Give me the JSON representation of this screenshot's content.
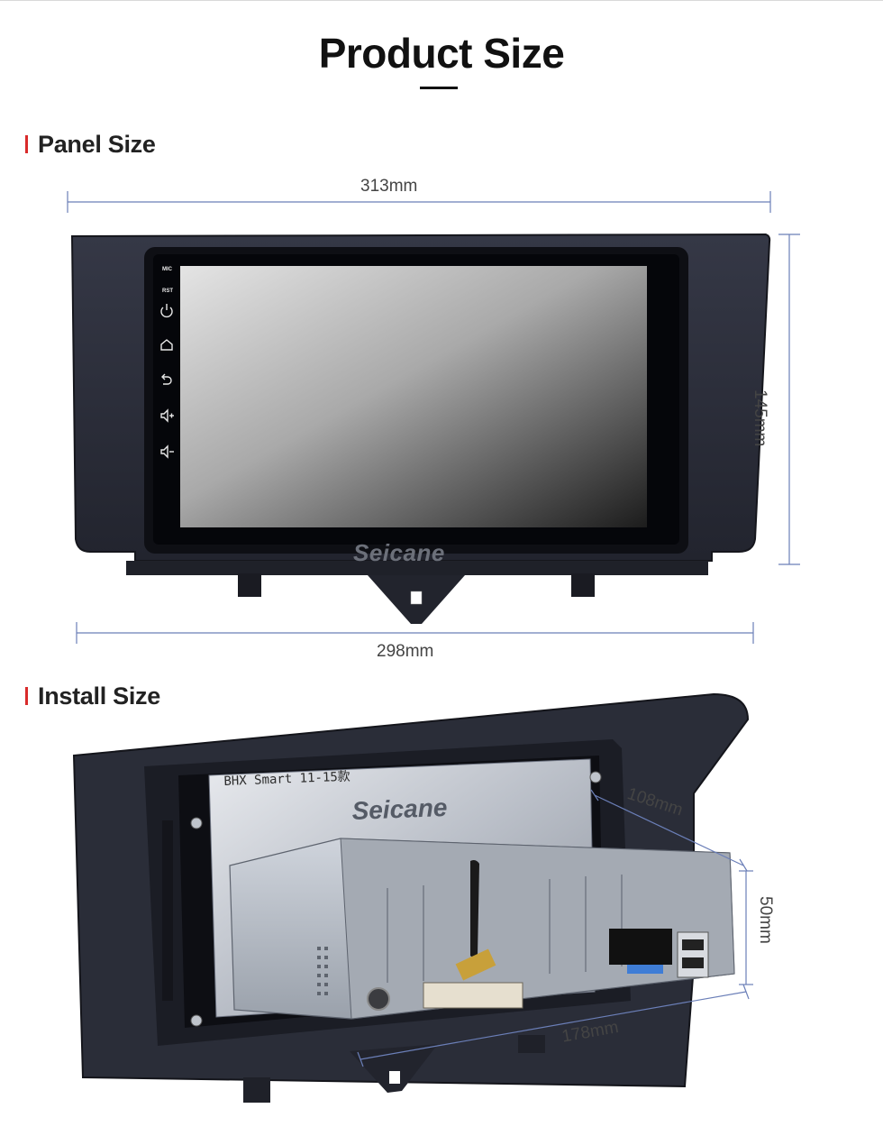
{
  "page_title": "Product Size",
  "panel_section": {
    "heading": "Panel Size",
    "width_top": "313mm",
    "width_bottom": "298mm",
    "height": "145mm",
    "screen_buttons": [
      "MIC",
      "RST"
    ],
    "brand": "Seicane"
  },
  "install_section": {
    "heading": "Install Size",
    "depth": "108mm",
    "height": "50mm",
    "width": "178mm",
    "chassis_label": "BHX Smart 11-15款",
    "brand": "Seicane"
  },
  "colors": {
    "accent": "#d92b2b",
    "dimension_line": "#6b7fb8",
    "bezel": "#2c2f3b"
  }
}
